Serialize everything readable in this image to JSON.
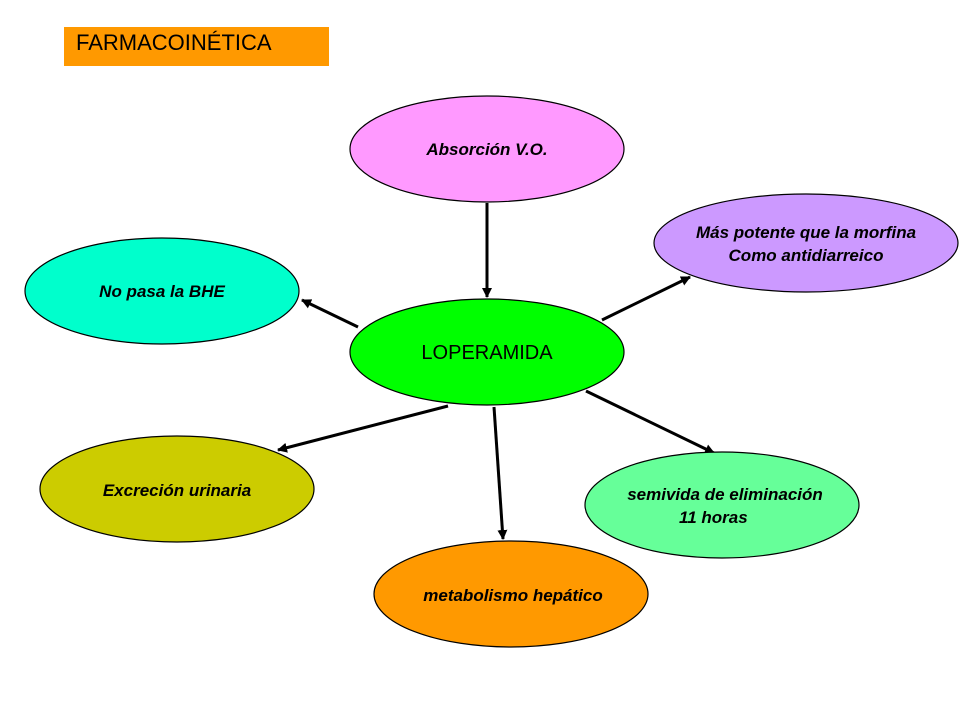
{
  "title": "FARMACOINÉTICA",
  "colors": {
    "title_bg": "#ff9900",
    "center": "#00ff00",
    "absorcion": "#ff99ff",
    "potente": "#cc99ff",
    "bhe": "#00ffcc",
    "excrecion": "#cccc00",
    "semivida": "#66ff99",
    "metabolismo": "#ff9900"
  },
  "center": {
    "label": "LOPERAMIDA"
  },
  "nodes": {
    "absorcion": {
      "label": "Absorción V.O."
    },
    "potente": {
      "line1": "Más potente que la morfina",
      "line2": "Como antidiarreico"
    },
    "bhe": {
      "label": "No pasa la BHE"
    },
    "excrecion": {
      "label": "Excreción urinaria"
    },
    "semivida": {
      "line1": "semivida de eliminación",
      "line2": "11 horas"
    },
    "metabolismo": {
      "label": "metabolismo hepático"
    }
  }
}
